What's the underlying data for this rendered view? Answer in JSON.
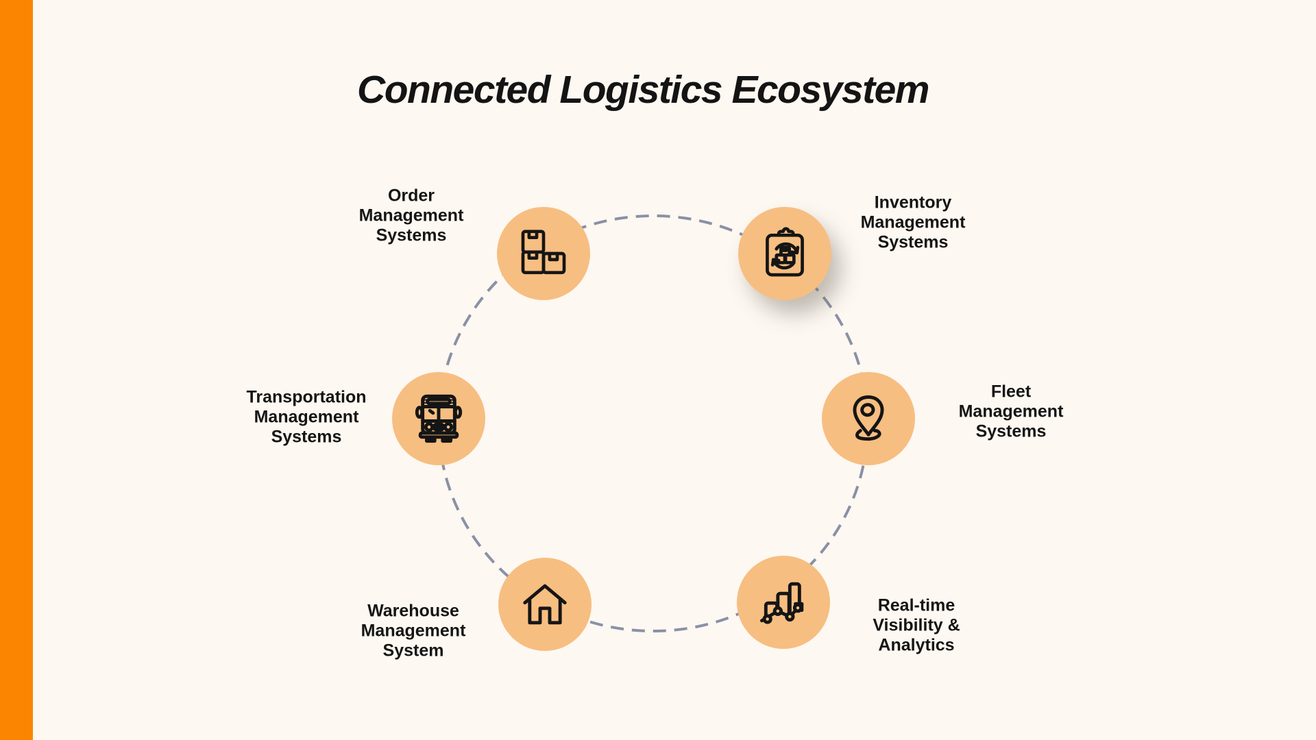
{
  "page": {
    "title": "Connected Logistics Ecosystem"
  },
  "colors": {
    "background": "#FDF8F1",
    "accent_bar": "#FB8500",
    "node_fill": "#F7BE81",
    "ring_dash": "#8A90A5",
    "text": "#151515"
  },
  "diagram": {
    "nodes": [
      {
        "id": "order",
        "label": "Order\nManagement\nSystems",
        "icon": "stacked-boxes-icon"
      },
      {
        "id": "inventory",
        "label": "Inventory\nManagement\nSystems",
        "icon": "clipboard-cycle-icon"
      },
      {
        "id": "fleet",
        "label": "Fleet\nManagement\nSystems",
        "icon": "location-pin-icon"
      },
      {
        "id": "realtime",
        "label": "Real-time\nVisibility &\nAnalytics",
        "icon": "bar-chart-growth-icon"
      },
      {
        "id": "warehouse",
        "label": "Warehouse\nManagement\nSystem",
        "icon": "house-icon"
      },
      {
        "id": "transportation",
        "label": "Transportation\nManagement\nSystems",
        "icon": "bus-front-icon"
      }
    ]
  }
}
